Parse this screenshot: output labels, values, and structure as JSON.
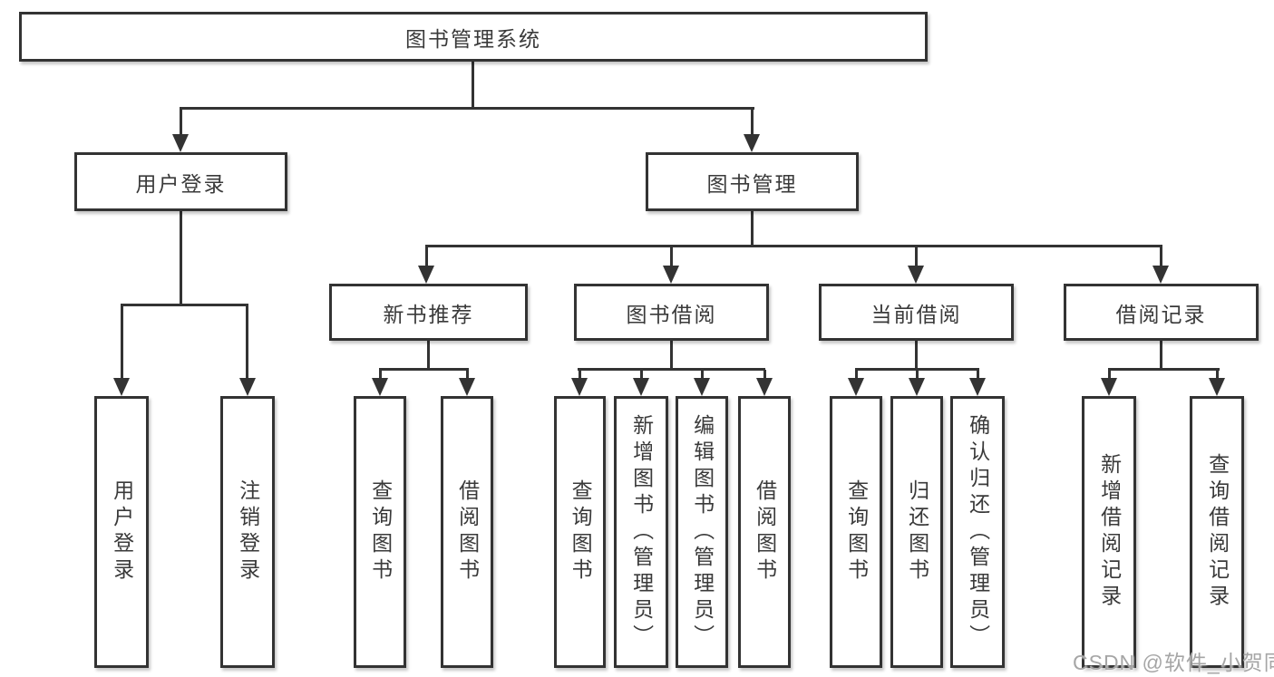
{
  "tree": {
    "label": "图书管理系统",
    "children": [
      {
        "label": "用户登录",
        "children": [
          {
            "label": "用户登录"
          },
          {
            "label": "注销登录"
          }
        ]
      },
      {
        "label": "图书管理",
        "children": [
          {
            "label": "新书推荐",
            "children": [
              {
                "label": "查询图书"
              },
              {
                "label": "借阅图书"
              }
            ]
          },
          {
            "label": "图书借阅",
            "children": [
              {
                "label": "查询图书"
              },
              {
                "label": "新增图书（管理员）"
              },
              {
                "label": "编辑图书（管理员）"
              },
              {
                "label": "借阅图书"
              }
            ]
          },
          {
            "label": "当前借阅",
            "children": [
              {
                "label": "查询图书"
              },
              {
                "label": "归还图书"
              },
              {
                "label": "确认归还（管理员）"
              }
            ]
          },
          {
            "label": "借阅记录",
            "children": [
              {
                "label": "新增借阅记录"
              },
              {
                "label": "查询借阅记录"
              }
            ]
          }
        ]
      }
    ]
  },
  "watermark": {
    "text": "CSDN @软件_小贺同学"
  },
  "colors": {
    "line": "#333333",
    "text": "#3a3a3a",
    "node_background": "#ffffff",
    "watermark": "#a6a6a6"
  }
}
